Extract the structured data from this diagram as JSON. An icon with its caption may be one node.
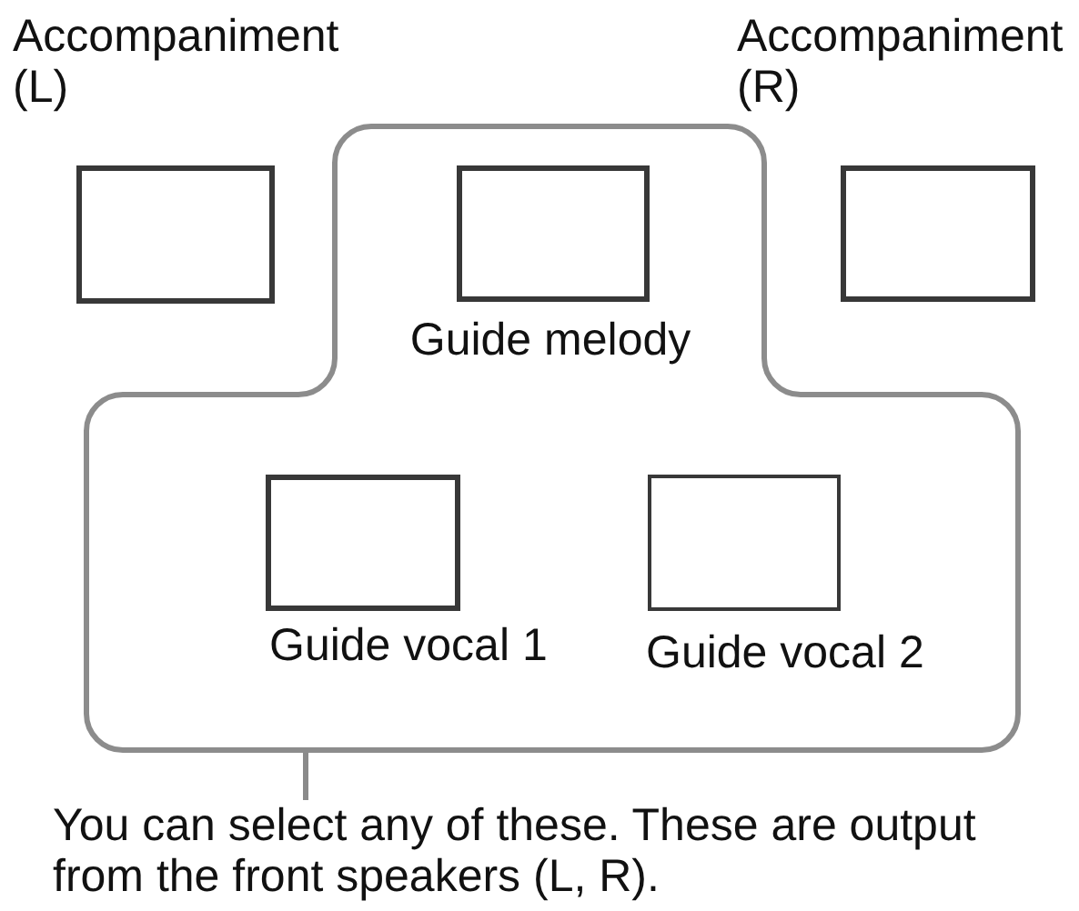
{
  "diagram": {
    "nodes": [
      {
        "text": [
          "Accompaniment (L)"
        ]
      },
      {
        "text": [],
        "shape": "box"
      },
      {
        "text": [
          "Guide melody"
        ],
        "in": 1
      },
      {
        "text": [
          "Accompaniment (R)"
        ]
      },
      {
        "text": [
          "Guide vocal 1"
        ],
        "in": 1
      },
      {
        "text": [
          "Guide vocal 2"
        ],
        "in": 1
      },
      {
        "text": [
          "You can select any of these. These are output from the front speakers (L, R)."
        ]
      }
    ],
    "edges": [
      {
        "from": 6,
        "to": 1,
        "arrow": "none"
      }
    ]
  }
}
